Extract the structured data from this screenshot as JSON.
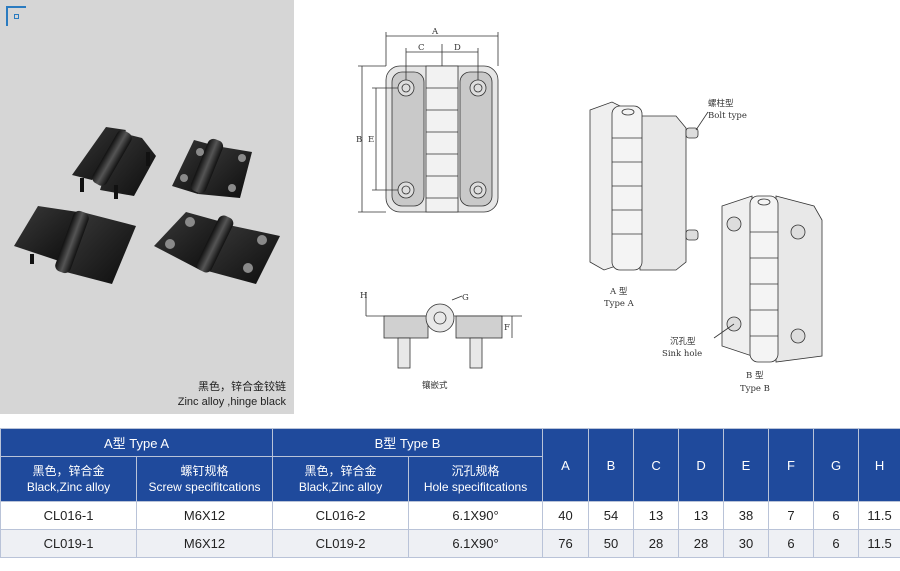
{
  "photo": {
    "caption_cn": "黑色，锌合金铰链",
    "caption_en": "Zinc alloy ,hinge black"
  },
  "drawing": {
    "dims": [
      "A",
      "B",
      "C",
      "D",
      "E",
      "F",
      "G",
      "H"
    ],
    "inset_label": "镶嵌式",
    "bolt_cn": "螺柱型",
    "bolt_en": "Bolt type",
    "typeA_cn": "A 型",
    "typeA_en": "Type A",
    "sink_cn": "沉孔型",
    "sink_en": "Sink hole",
    "typeB_cn": "B 型",
    "typeB_en": "Type B"
  },
  "table": {
    "group_a": "A型 Type A",
    "group_b": "B型 Type B",
    "sub_headers": [
      {
        "cn": "黑色，锌合金",
        "en": "Black,Zinc alloy"
      },
      {
        "cn": "螺钉规格",
        "en": "Screw specifitcations"
      },
      {
        "cn": "黑色，锌合金",
        "en": "Black,Zinc alloy"
      },
      {
        "cn": "沉孔规格",
        "en": "Hole specifitcations"
      }
    ],
    "dim_headers": [
      "A",
      "B",
      "C",
      "D",
      "E",
      "F",
      "G",
      "H"
    ],
    "rows": [
      [
        "CL016-1",
        "M6X12",
        "CL016-2",
        "6.1X90°",
        "40",
        "54",
        "13",
        "13",
        "38",
        "7",
        "6",
        "11.5"
      ],
      [
        "CL019-1",
        "M6X12",
        "CL019-2",
        "6.1X90°",
        "76",
        "50",
        "28",
        "28",
        "30",
        "6",
        "6",
        "11.5"
      ]
    ]
  }
}
